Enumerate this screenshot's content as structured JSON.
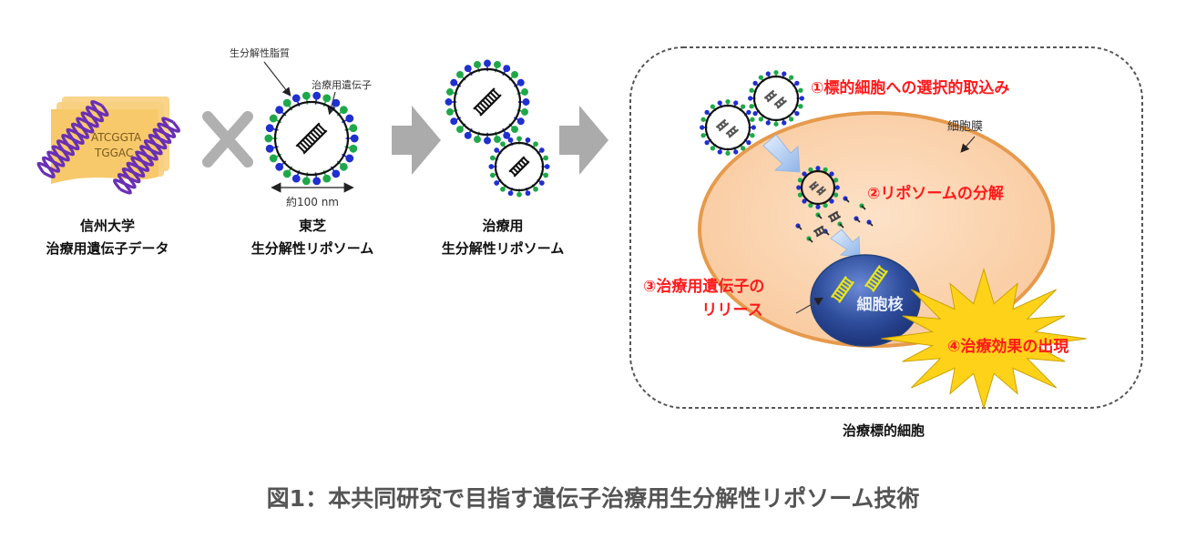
{
  "figure": {
    "caption": "図1：本共同研究で目指す遺伝子治療用生分解性リポソーム技術"
  },
  "panels": {
    "gene_data": {
      "sequence_line1": "ATCGGTA",
      "sequence_line2": "TGGAC",
      "label_line1": "信州大学",
      "label_line2": "治療用遺伝子データ"
    },
    "operator": {
      "symbol": "×"
    },
    "toshiba_liposome": {
      "annotation_lipid": "生分解性脂質",
      "annotation_gene": "治療用遺伝子",
      "size_label": "約100 nm",
      "label_line1": "東芝",
      "label_line2": "生分解性リポソーム"
    },
    "therapeutic_liposome": {
      "label_line1": "治療用",
      "label_line2": "生分解性リポソーム"
    },
    "target_cell": {
      "step1": "①標的細胞への選択的取込み",
      "step2": "②リポソームの分解",
      "step3_line1": "③治療用遺伝子の",
      "step3_line2": "リリース",
      "step4": "④治療効果の出現",
      "membrane_label": "細胞膜",
      "nucleus_label": "細胞核",
      "box_label": "治療標的細胞"
    }
  },
  "colors": {
    "dna_purple": "#6a2fb5",
    "paper_yellow": "#f7c96a",
    "lipid_blue": "#1f2fd0",
    "lipid_green": "#1fa84a",
    "arrow_gray": "#a8a8a8",
    "step_red": "#ff1a1a",
    "cell_fill": "#fbd3ad",
    "cell_edge": "#e69a4c",
    "nucleus_blue": "#2e4d9c",
    "burst_yellow": "#ffd21a",
    "gene_yellow": "#e6e619"
  }
}
